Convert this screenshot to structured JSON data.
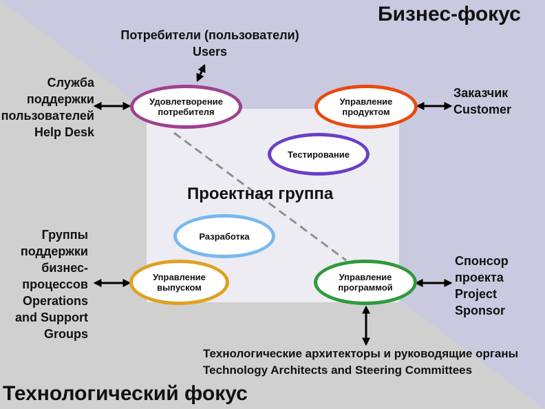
{
  "corners": {
    "business_focus": "Бизнес-фокус",
    "tech_focus": "Технологический фокус"
  },
  "center_title": "Проектная группа",
  "roles": {
    "customer_satisfaction": "Удовлетворение\nпотребителя",
    "product_management": "Управление\nпродуктом",
    "testing": "Тестирование",
    "development": "Разработка",
    "release_management": "Управление\nвыпуском",
    "program_management": "Управление\nпрограммой"
  },
  "stakeholders": {
    "users": "Потребители (пользователи)\nUsers",
    "help_desk": "Служба\nподдержки\nпользователей\nHelp Desk",
    "customer": "Заказчик\nCustomer",
    "operations": "Группы\nподдержки\nбизнес-\nпроцессов\nOperations\nand Support\nGroups",
    "sponsor": "Спонсор\nпроекта\nProject\nSponsor",
    "architects": "Технологические архитекторы и руководящие органы\nTechnology Architects and Steering Committees"
  },
  "colors": {
    "background_upper": "#c9c9e0",
    "background_lower": "#d0d0d0",
    "center_panel": "#ececf2",
    "customer_satisfaction": "#a0408f",
    "product_management": "#e84a10",
    "testing": "#6a3fc8",
    "development": "#7ab8ee",
    "release_management": "#e0a020",
    "program_management": "#2e9a3a",
    "dashed_line": "#909090",
    "arrow": "#000000"
  }
}
